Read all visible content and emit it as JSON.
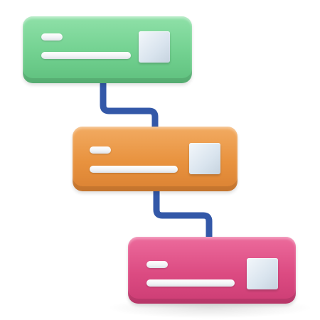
{
  "illustration": {
    "kind": "flowchart",
    "node_count": 3,
    "connector_color": "#3358a8",
    "nodes": [
      {
        "color": "#72d190",
        "color_name": "green",
        "icon": "image-placeholder-icon",
        "text_line_count": 2
      },
      {
        "color": "#e8923e",
        "color_name": "orange",
        "icon": "image-placeholder-icon",
        "text_line_count": 2
      },
      {
        "color": "#dc4b82",
        "color_name": "pink",
        "icon": "image-placeholder-icon",
        "text_line_count": 2
      }
    ]
  }
}
